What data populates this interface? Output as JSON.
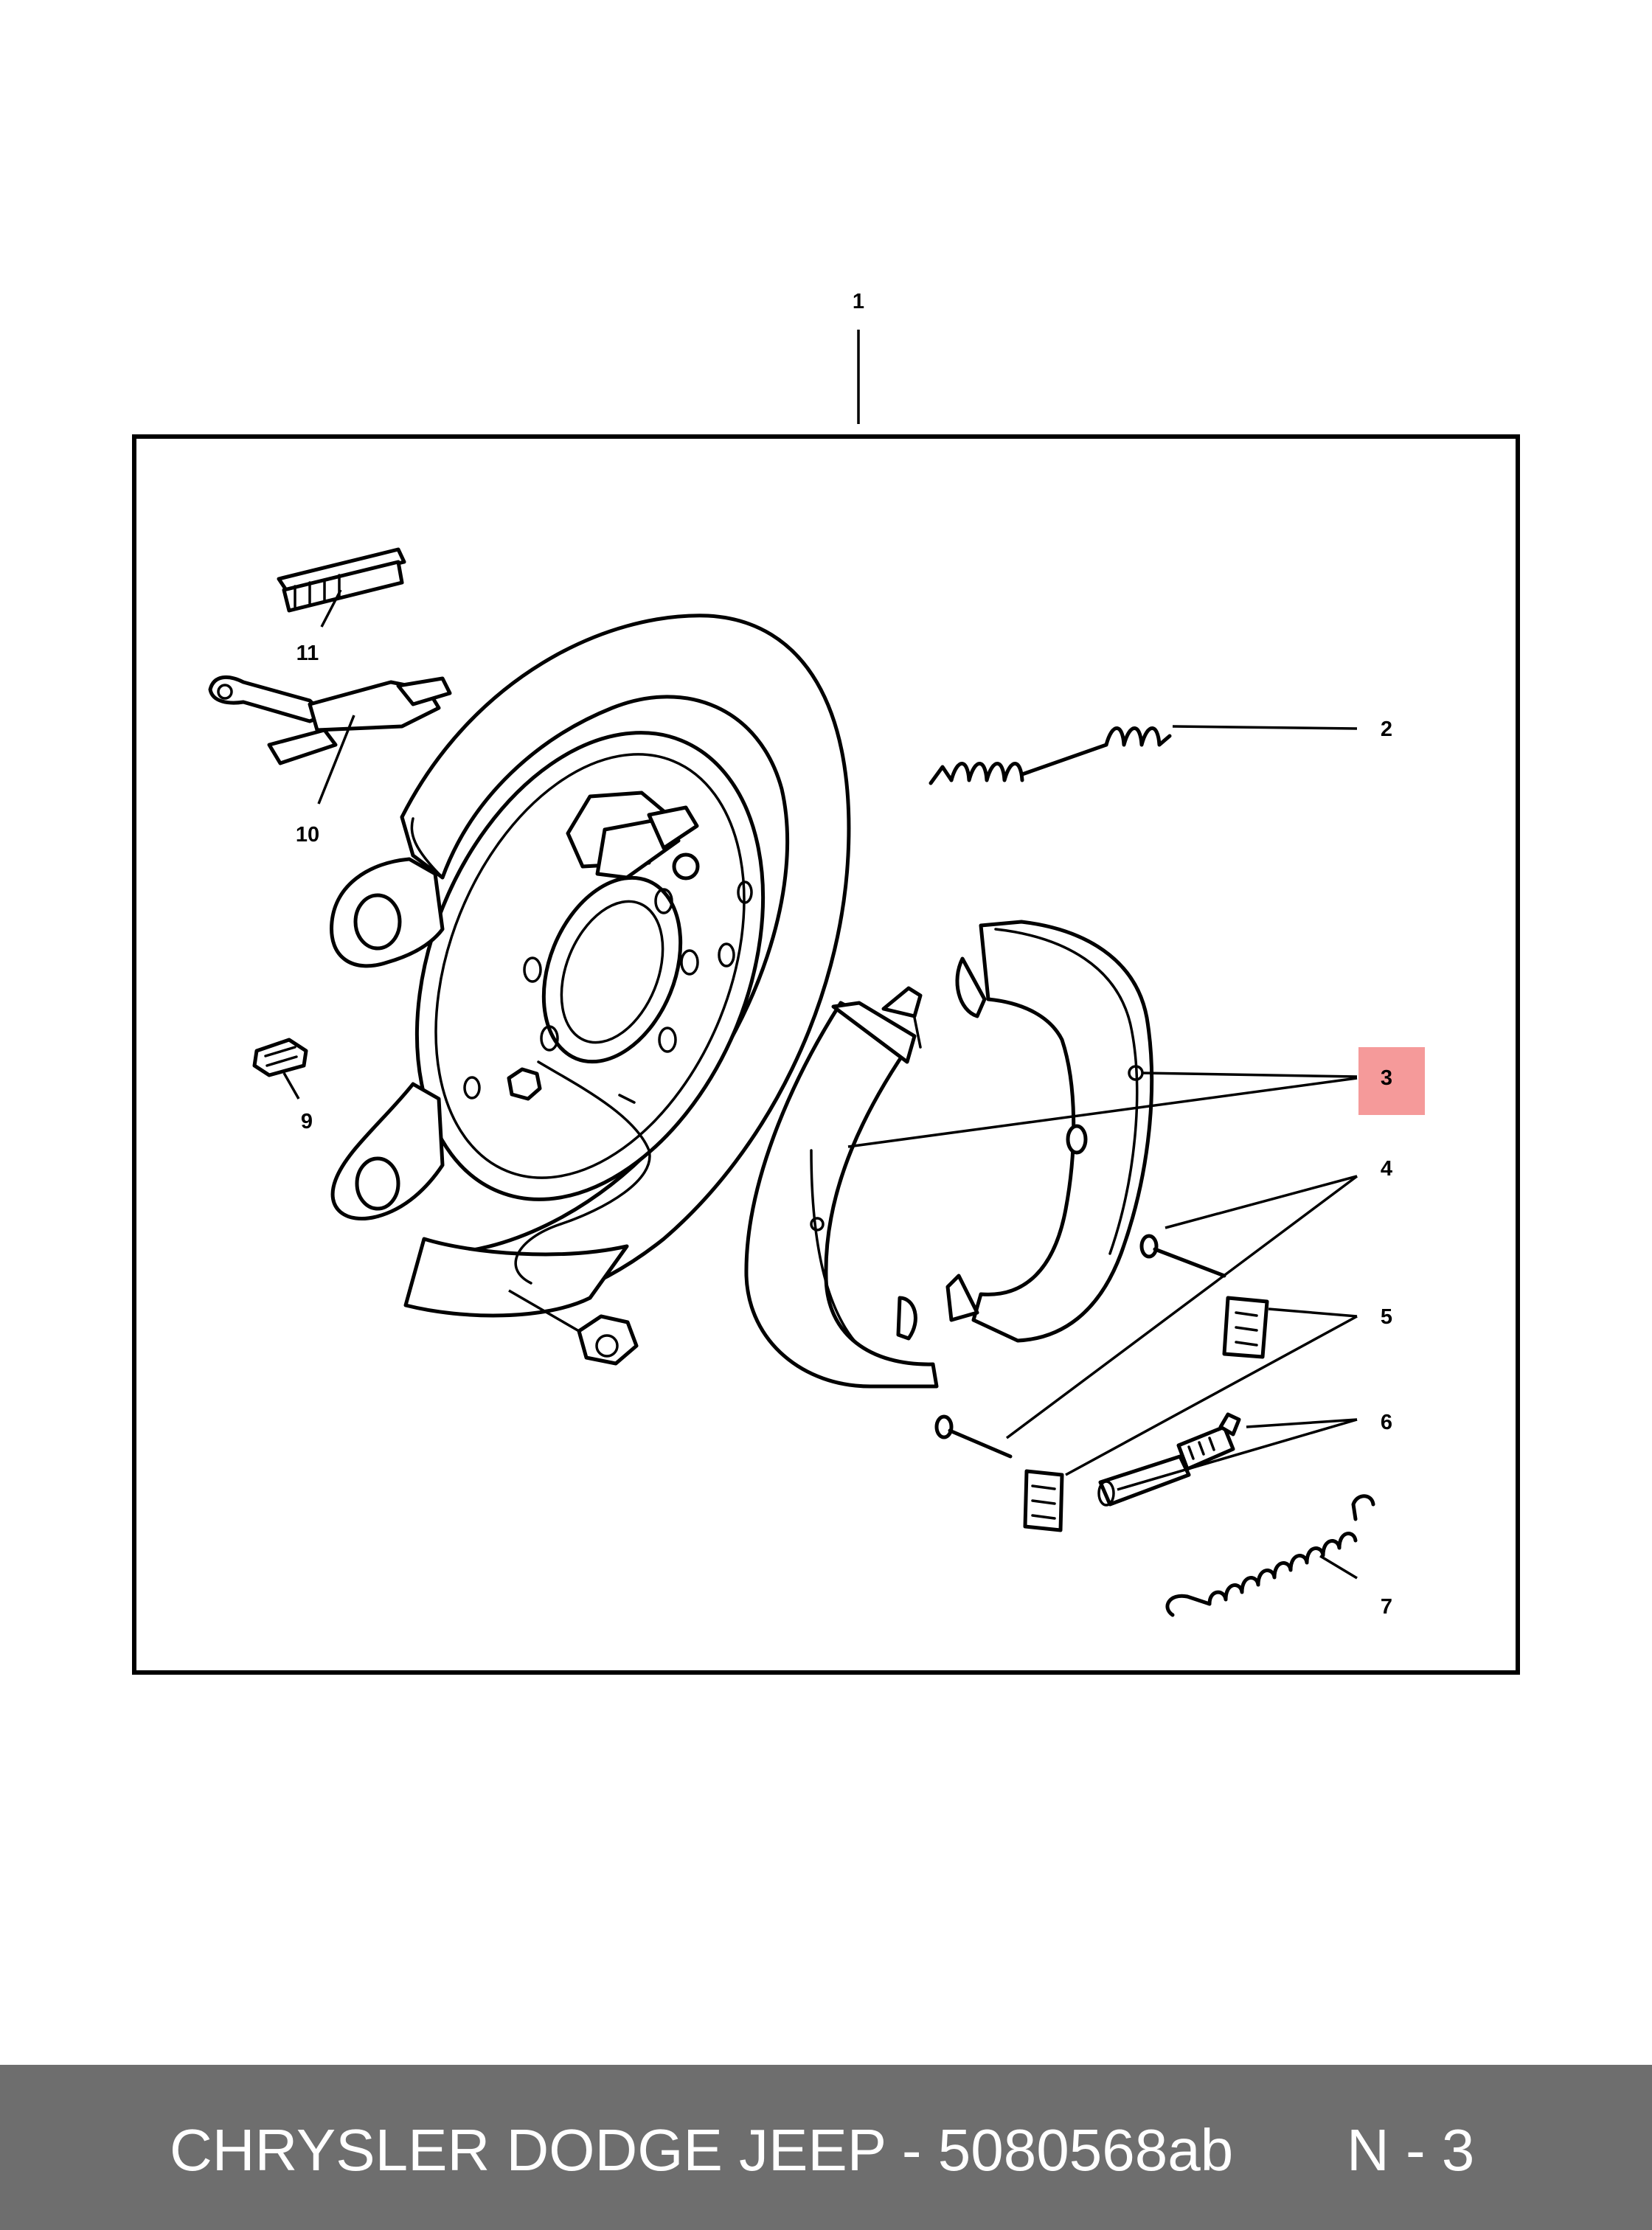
{
  "callouts": [
    {
      "id": "1",
      "label": "1",
      "highlighted": false
    },
    {
      "id": "2",
      "label": "2",
      "highlighted": false
    },
    {
      "id": "3",
      "label": "3",
      "highlighted": true
    },
    {
      "id": "4",
      "label": "4",
      "highlighted": false
    },
    {
      "id": "5",
      "label": "5",
      "highlighted": false
    },
    {
      "id": "6",
      "label": "6",
      "highlighted": false
    },
    {
      "id": "7",
      "label": "7",
      "highlighted": false
    },
    {
      "id": "9",
      "label": "9",
      "highlighted": false
    },
    {
      "id": "10",
      "label": "10",
      "highlighted": false
    },
    {
      "id": "11",
      "label": "11",
      "highlighted": false
    }
  ],
  "colors": {
    "highlight": "#f59a9a",
    "footer_background": "#6e6e6e",
    "footer_text": "#ffffff",
    "line": "#000000"
  },
  "footer": {
    "title": "CHRYSLER DODGE JEEP - 5080568ab",
    "page": "N - 3"
  }
}
